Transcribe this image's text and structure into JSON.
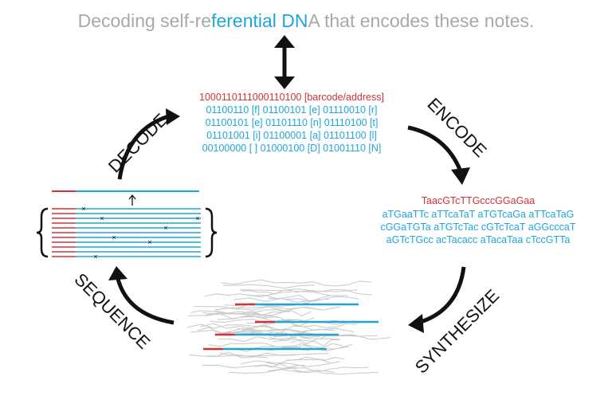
{
  "title": {
    "part1": "Decoding self-re",
    "part2": "ferential DN",
    "part3": "A that encodes these notes."
  },
  "binary": {
    "header": "1000110111000110100 [barcode/address]",
    "rows": [
      "01100110 [f]  01100101 [e]  01110010 [r]",
      "01100101 [e]  01101110 [n]  01110100 [t]",
      "01101001 [i]  01100001 [a]  01101100 [l]",
      "00100000 [ ]  01000100 [D]  01001110 [N]"
    ]
  },
  "dna": {
    "header": "TaacGTcTTGcccGGaGaa",
    "rows": [
      "aTGaaTTc aTTcaTaT aTGTcaGa aTTcaTaG",
      "cGGaTGTa aTGTcTac cGTcTcaT aGGcccaT",
      "aGTcTGcc acTacacc aTacaTaa cTccGTTa"
    ]
  },
  "steps": {
    "decode": "DECODE",
    "encode": "ENCODE",
    "synthesize": "SYNTHESIZE",
    "sequence": "SEQUENCE"
  },
  "colors": {
    "red": "#d0323c",
    "blue": "#1ea6dc",
    "gray": "#a8a8a8"
  }
}
